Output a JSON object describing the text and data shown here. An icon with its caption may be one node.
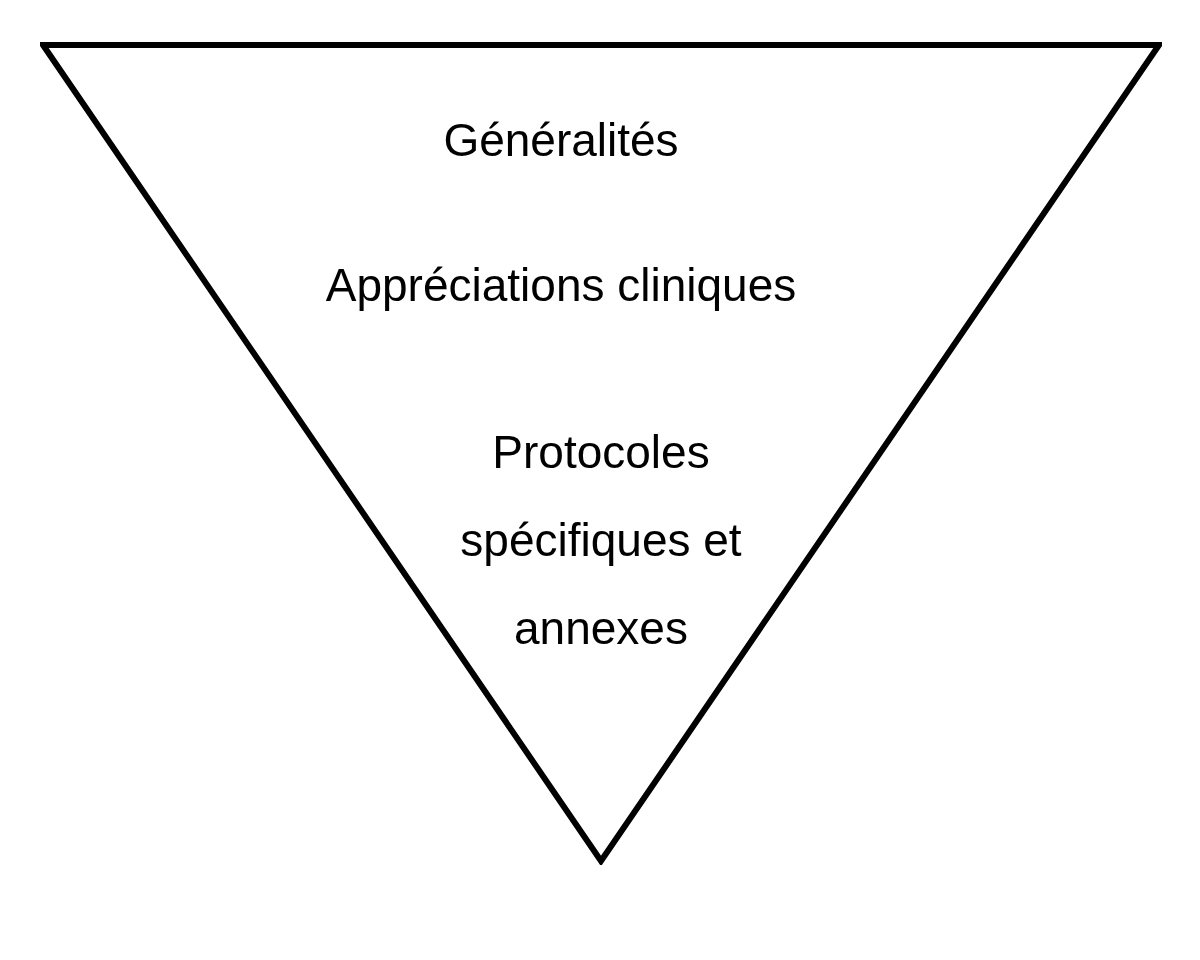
{
  "diagram": {
    "nodes": [
      {
        "text": [
          "Généralités",
          "Appréciations cliniques",
          "Protocoles spécifiques et annexes"
        ]
      }
    ]
  }
}
